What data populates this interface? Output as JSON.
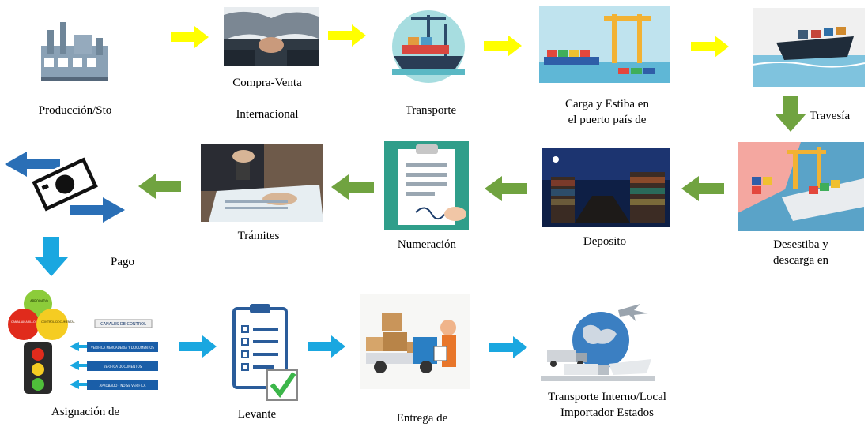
{
  "colors": {
    "arrow_row1": "#ffff00",
    "arrow_row2": "#70a340",
    "arrow_row3": "#1aa7e0"
  },
  "steps": [
    {
      "id": "produccion",
      "label": "Producción/Sto",
      "icon": "factory-icon"
    },
    {
      "id": "compra-venta",
      "label": "Compra-Venta\n\nInternacional",
      "icon": "handshake-icon"
    },
    {
      "id": "transporte",
      "label": "Transporte",
      "icon": "port-crane-ship-icon"
    },
    {
      "id": "carga-estiba",
      "label": "Carga y Estiba en\nel puerto país de",
      "icon": "container-terminal-icon"
    },
    {
      "id": "travesia",
      "label": "Travesía",
      "icon": "cargo-ship-sea-icon"
    },
    {
      "id": "desestiba",
      "label": "Desestiba y\ndescarga en",
      "icon": "unloading-port-icon"
    },
    {
      "id": "deposito",
      "label": "Deposito",
      "icon": "container-yard-night-icon"
    },
    {
      "id": "numeracion",
      "label": "Numeración",
      "icon": "clipboard-document-icon"
    },
    {
      "id": "tramites",
      "label": "Trámites",
      "icon": "signing-stamp-icon"
    },
    {
      "id": "pago",
      "label": "Pago",
      "icon": "money-transfer-icon"
    },
    {
      "id": "asignacion",
      "label": "Asignación de",
      "icon": "traffic-light-channels-icon"
    },
    {
      "id": "levante",
      "label": "Levante",
      "icon": "checklist-icon"
    },
    {
      "id": "entrega",
      "label": "Entrega de",
      "icon": "delivery-truck-icon"
    },
    {
      "id": "transporte-interno",
      "label": "Transporte Interno/Local\nImportador Estados",
      "icon": "globe-transport-icon"
    }
  ],
  "traffic_panel": {
    "circles": [
      "APROBADO",
      "CANAL AMARILLO",
      "CONTROL DOCUMENTAL"
    ],
    "header": "CANALES DE CONTROL",
    "rows": [
      "VERIFICA MERCADERIA Y DOCUMENTOS",
      "VERIFICA DOCUMENTOS",
      "APROBADO - NO SE VERIFICA"
    ]
  }
}
